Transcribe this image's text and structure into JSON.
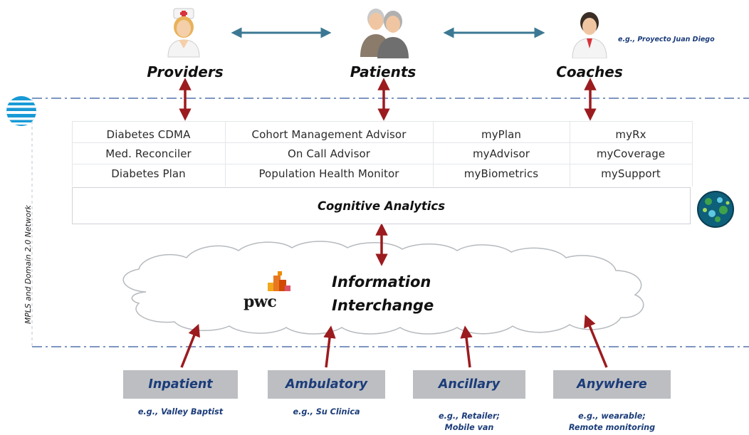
{
  "top_actors": {
    "providers": "Providers",
    "patients": "Patients",
    "coaches": "Coaches",
    "example": "e.g., Proyecto Juan Diego"
  },
  "network_label": "MPLS and Domain 2.0 Network",
  "applications": {
    "providers_col": [
      "Diabetes CDMA",
      "Med. Reconciler",
      "Diabetes Plan"
    ],
    "advisors_col": [
      "Cohort Management Advisor",
      "On Call Advisor",
      "Population Health Monitor"
    ],
    "patient_col": [
      "myPlan",
      "myAdvisor",
      "myBiometrics"
    ],
    "coach_col": [
      "myRx",
      "myCoverage",
      "mySupport"
    ]
  },
  "analytics_label": "Cognitive Analytics",
  "interchange": {
    "line1": "Information",
    "line2": "Interchange",
    "pwc_logo_text": "pwc"
  },
  "care_settings": [
    {
      "label": "Inpatient",
      "example_line1": "e.g., Valley Baptist",
      "example_line2": ""
    },
    {
      "label": "Ambulatory",
      "example_line1": "e.g., Su Clinica",
      "example_line2": ""
    },
    {
      "label": "Ancillary",
      "example_line1": "e.g., Retailer;",
      "example_line2": "Mobile van"
    },
    {
      "label": "Anywhere",
      "example_line1": "e.g., wearable;",
      "example_line2": "Remote monitoring"
    }
  ],
  "colors": {
    "arrow_red": "#9b1b1e",
    "arrow_teal": "#3c7893",
    "dash_blue": "#7e96c2",
    "example_navy": "#1b3c79",
    "setting_box": "#bcbec2",
    "att_blue": "#189ad6",
    "pwc_orange": "#e87722",
    "ibm_globe": "#0e5f7a"
  },
  "icons": [
    "nurse-provider-icon",
    "patients-couple-icon",
    "coach-icon",
    "att-globe-logo",
    "ibm-watson-globe-logo",
    "pwc-logo"
  ]
}
